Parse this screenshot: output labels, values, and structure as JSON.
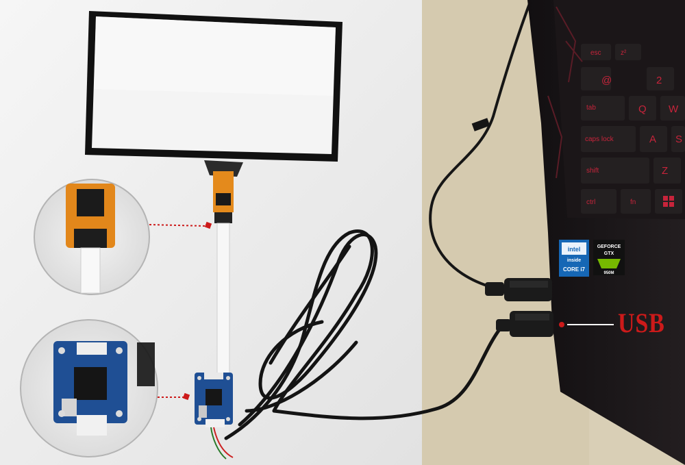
{
  "callout": {
    "label": "USB",
    "color": "#cc1a1a"
  },
  "keyboard": {
    "key_color": "#242021",
    "legend_color": "#c7243b",
    "keys": [
      {
        "label": "esc"
      },
      {
        "label": "z²"
      },
      {
        "label": "@"
      },
      {
        "label": "2"
      },
      {
        "label": "tab"
      },
      {
        "label": "Q"
      },
      {
        "label": "W"
      },
      {
        "label": "caps lock"
      },
      {
        "label": "A"
      },
      {
        "label": "S"
      },
      {
        "label": "shift"
      },
      {
        "label": "Z"
      },
      {
        "label": "ctrl"
      },
      {
        "label": "fn"
      }
    ]
  },
  "stickers": {
    "intel_line1": "intel",
    "intel_line2": "inside",
    "intel_line3": "CORE i7",
    "nvidia_line1": "GEFORCE",
    "nvidia_line2": "GTX",
    "nvidia_line3": "950M"
  },
  "colors": {
    "paper": "#efefef",
    "desk": "#d8cfb8",
    "pcb_blue": "#1f4f94",
    "flex_orange": "#e0861a",
    "laptop_body": "#171517",
    "cable": "#151515"
  }
}
